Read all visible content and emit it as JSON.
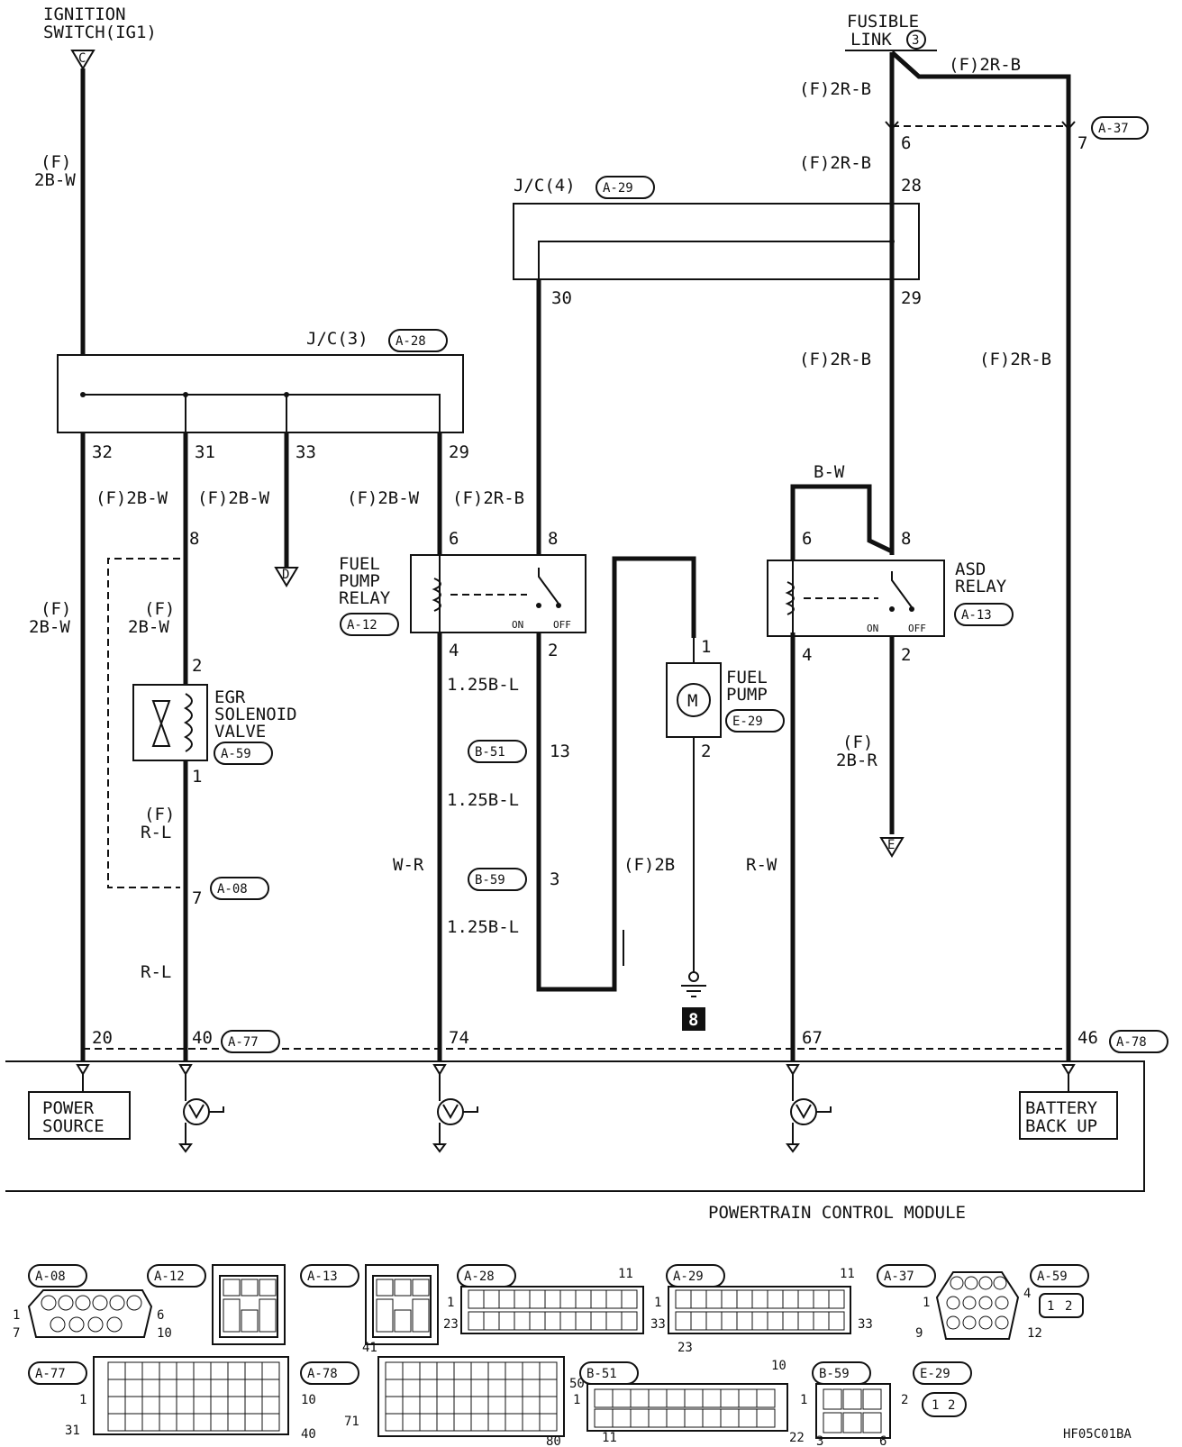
{
  "sources": {
    "ignition": [
      "IGNITION",
      "SWITCH(IG1)"
    ],
    "ignition_marker": "C",
    "fusible": [
      "FUSIBLE",
      "LINK"
    ],
    "fusible_no": "3"
  },
  "wires": {
    "f": "(F)",
    "b2w": "2B-W",
    "f2rb": "(F)2R-B",
    "f2bw": "(F)2B-W",
    "f2rb_pad": "(F)2R-B",
    "f2b": "(F)2B",
    "bw": "B-W",
    "b2r": "2B-R",
    "rl": "R-L",
    "wr": "W-R",
    "rw": "R-W",
    "b125l": "1.25B-L"
  },
  "junctions": {
    "jc3": "J/C(3)",
    "jc3_conn": "A-28",
    "jc4": "J/C(4)",
    "jc4_conn": "A-29"
  },
  "pins": {
    "p6": "6",
    "p7": "7",
    "p28": "28",
    "p29": "29",
    "p30": "30",
    "p32": "32",
    "p31": "31",
    "p33": "33",
    "p8": "8",
    "p4": "4",
    "p2": "2",
    "p1": "1",
    "p13": "13",
    "p3": "3",
    "p20": "20",
    "p40": "40",
    "p74": "74",
    "p67": "67",
    "p46": "46"
  },
  "markers": {
    "d": "D",
    "e": "E"
  },
  "components": {
    "fuel_pump_relay": [
      "FUEL",
      "PUMP",
      "RELAY"
    ],
    "fuel_pump_relay_conn": "A-12",
    "asd_relay": [
      "ASD",
      "RELAY"
    ],
    "asd_relay_conn": "A-13",
    "egr": [
      "EGR",
      "SOLENOID",
      "VALVE"
    ],
    "egr_conn": "A-59",
    "fuel_pump": [
      "FUEL",
      "PUMP"
    ],
    "fuel_pump_conn": "E-29",
    "motor": "M",
    "on": "ON",
    "off": "OFF"
  },
  "connectors": {
    "a37": "A-37",
    "a08": "A-08",
    "b51": "B-51",
    "b59": "B-59",
    "a77": "A-77",
    "a78": "A-78"
  },
  "ground": "8",
  "pcm": {
    "power": [
      "POWER",
      "SOURCE"
    ],
    "battery": [
      "BATTERY",
      "BACK UP"
    ],
    "title": "POWERTRAIN CONTROL MODULE"
  },
  "legend": {
    "a08": "A-08",
    "a12": "A-12",
    "a13": "A-13",
    "a28": "A-28",
    "a29": "A-29",
    "a37": "A-37",
    "a59": "A-59",
    "a77": "A-77",
    "a78": "A-78",
    "b51": "B-51",
    "b59": "B-59",
    "e29": "E-29",
    "n11": "11",
    "n1": "1",
    "n23": "23",
    "n33": "33",
    "n4": "4",
    "n6": "6",
    "n7": "7",
    "n9": "9",
    "n10": "10",
    "n12": "12",
    "n41": "41",
    "n31": "31",
    "n40": "40",
    "n50": "50",
    "n71": "71",
    "n80": "80",
    "n22": "22",
    "n2": "2",
    "n3": "3"
  },
  "code": "HF05C01BA"
}
